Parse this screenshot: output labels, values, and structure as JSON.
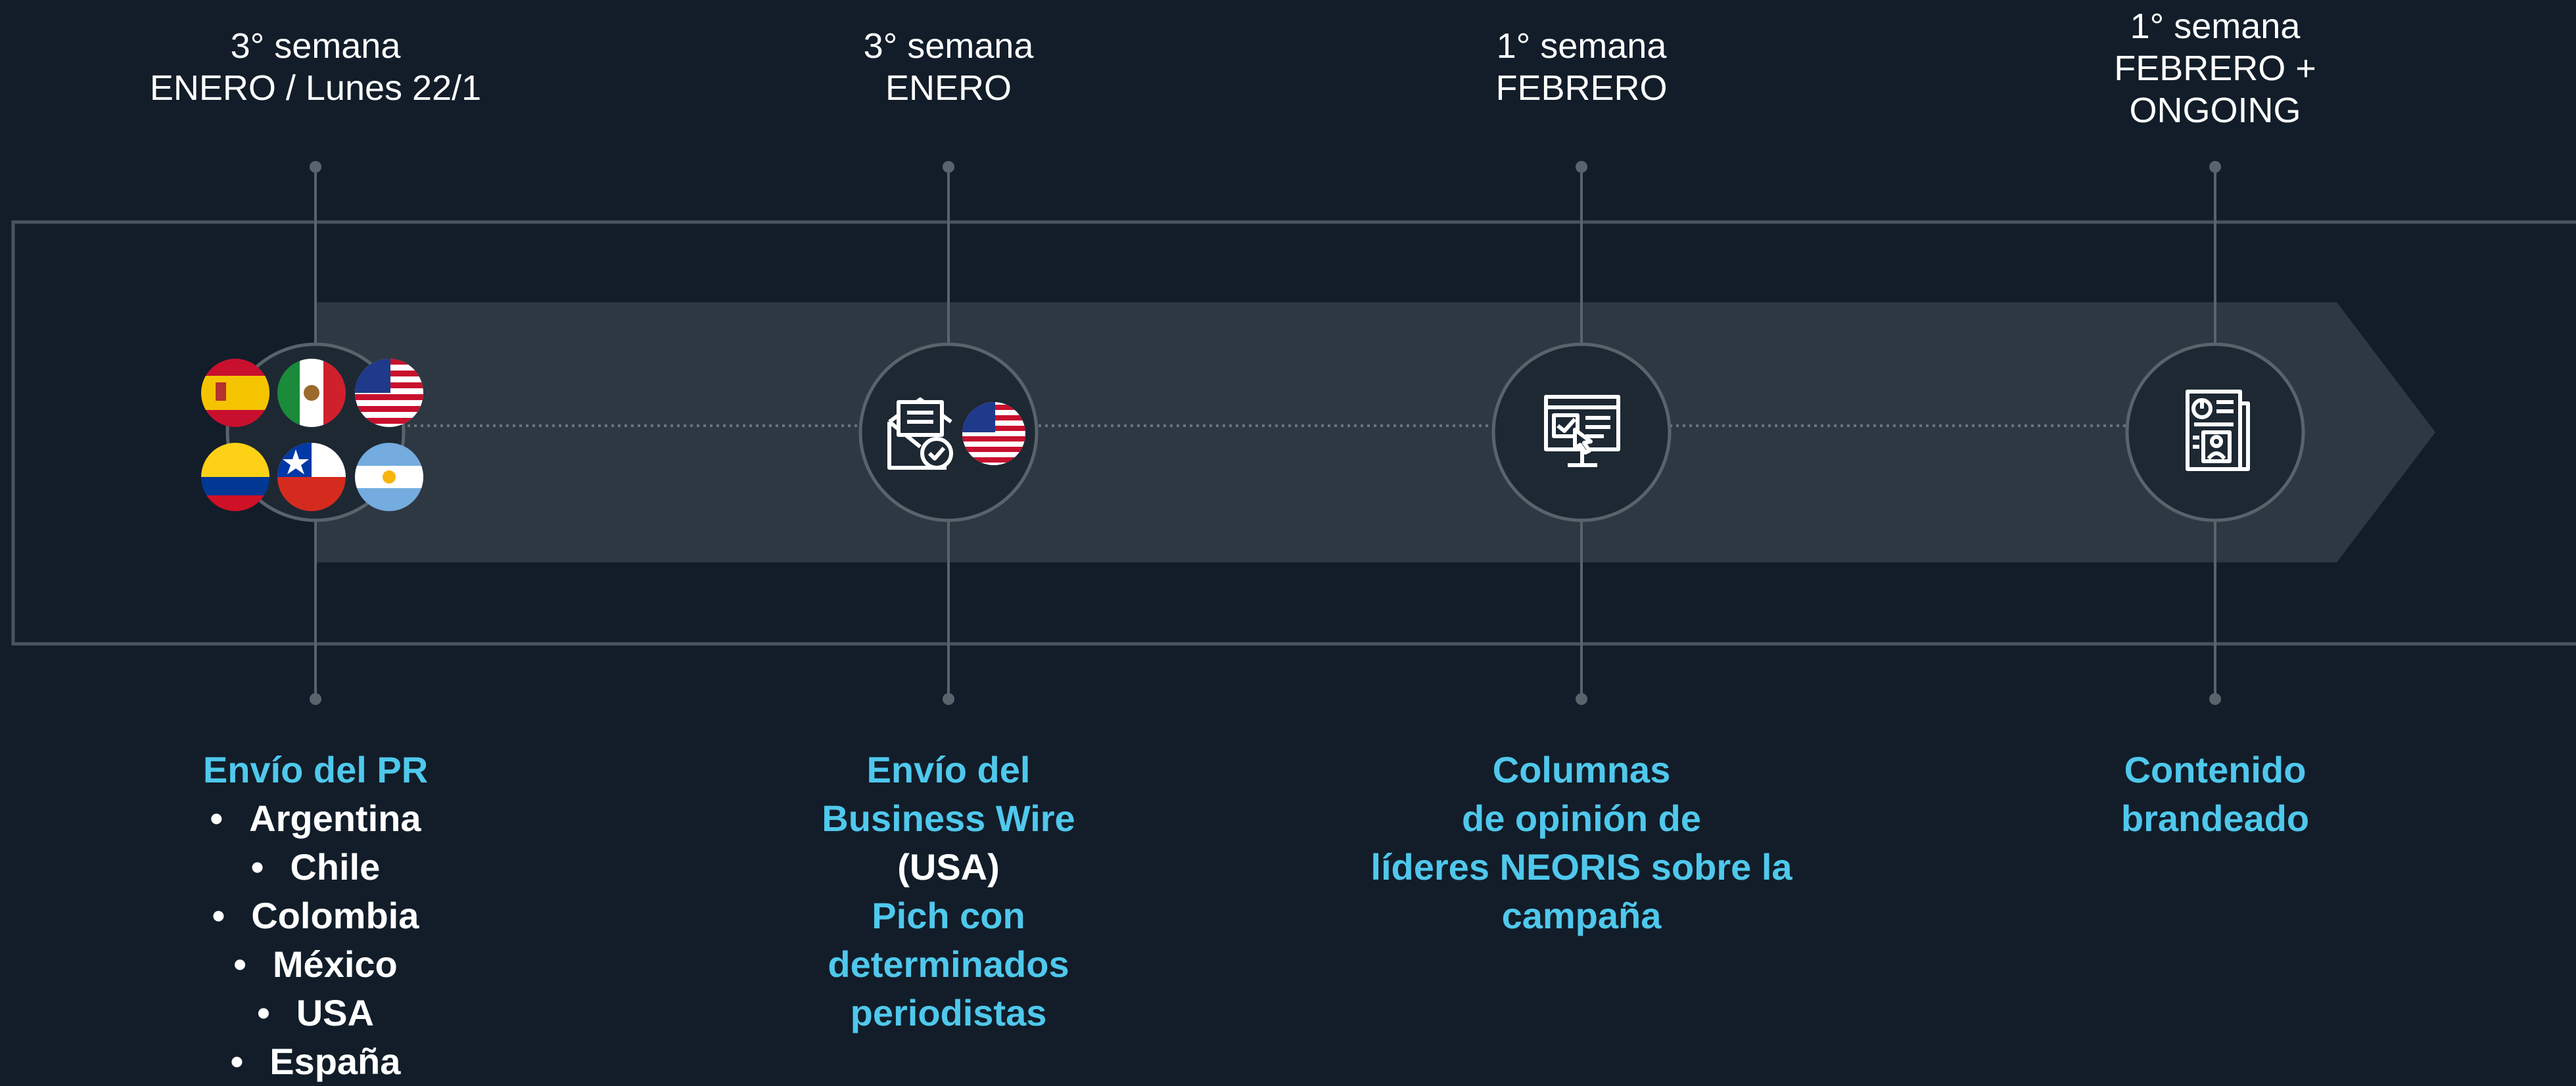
{
  "colors": {
    "background": "#121d29",
    "band": "#2e3843",
    "accent": "#4fc8ec",
    "text": "#ffffff",
    "line": "#5a636c",
    "frame": "#4a545e"
  },
  "milestones": [
    {
      "when": [
        "3° semana",
        "ENERO / Lunes 22/1"
      ],
      "icon": "flags-cluster-icon",
      "title": [
        "Envío del PR"
      ],
      "bullets": [
        "Argentina",
        "Chile",
        "Colombia",
        "México",
        "USA",
        "España"
      ]
    },
    {
      "when": [
        "3° semana",
        "ENERO"
      ],
      "icon": "mail-check-icon",
      "title": [
        "Envío del",
        "Business Wire"
      ],
      "note": "(USA)",
      "title2": [
        "Pich con",
        "determinados",
        "periodistas"
      ]
    },
    {
      "when": [
        "1° semana",
        "FEBRERO"
      ],
      "icon": "monitor-click-icon",
      "title": [
        "Columnas",
        "de opinión de",
        "líderes NEORIS sobre la",
        "campaña"
      ]
    },
    {
      "when": [
        "1° semana",
        "FEBRERO +",
        "ONGOING"
      ],
      "icon": "newspaper-icon",
      "title": [
        "Contenido",
        "brandeado"
      ]
    }
  ]
}
